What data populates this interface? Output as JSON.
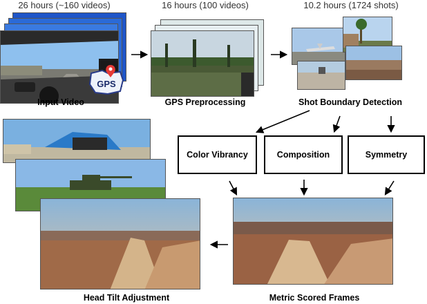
{
  "stages": {
    "input": {
      "header": "26 hours (~160 videos)",
      "caption": "Input Video",
      "badge": "GPS"
    },
    "gps": {
      "header": "16 hours (100 videos)",
      "caption": "GPS Preprocessing"
    },
    "shot": {
      "header": "10.2 hours (1724 shots)",
      "caption": "Shot Boundary Detection"
    },
    "metrics": [
      {
        "label": "Color Vibrancy"
      },
      {
        "label": "Composition"
      },
      {
        "label": "Symmetry"
      }
    ],
    "scored": {
      "caption": "Metric Scored Frames"
    },
    "tilt": {
      "caption": "Head Tilt Adjustment"
    }
  },
  "colors": {
    "sky": "#6aa6e0",
    "arrow": "#000000",
    "box_border": "#000000"
  }
}
